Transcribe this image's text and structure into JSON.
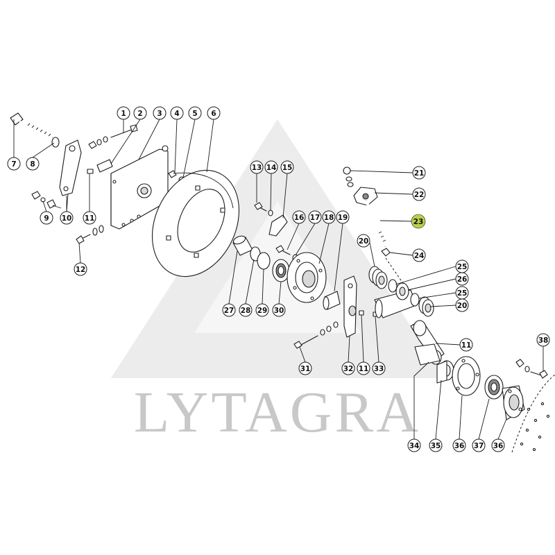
{
  "watermark": {
    "text": "LYTAGRA",
    "color": "#c8c8c8"
  },
  "highlight": {
    "color": "#b9d14a",
    "label": "23"
  },
  "callouts": [
    {
      "label": "1"
    },
    {
      "label": "2"
    },
    {
      "label": "3"
    },
    {
      "label": "4"
    },
    {
      "label": "5"
    },
    {
      "label": "6"
    },
    {
      "label": "7"
    },
    {
      "label": "8"
    },
    {
      "label": "9"
    },
    {
      "label": "10"
    },
    {
      "label": "11"
    },
    {
      "label": "12"
    },
    {
      "label": "13"
    },
    {
      "label": "14"
    },
    {
      "label": "15"
    },
    {
      "label": "16"
    },
    {
      "label": "17"
    },
    {
      "label": "18"
    },
    {
      "label": "19"
    },
    {
      "label": "20"
    },
    {
      "label": "21"
    },
    {
      "label": "22"
    },
    {
      "label": "23"
    },
    {
      "label": "24"
    },
    {
      "label": "25"
    },
    {
      "label": "26"
    },
    {
      "label": "25"
    },
    {
      "label": "20"
    },
    {
      "label": "27"
    },
    {
      "label": "28"
    },
    {
      "label": "29"
    },
    {
      "label": "30"
    },
    {
      "label": "11"
    },
    {
      "label": "31"
    },
    {
      "label": "32"
    },
    {
      "label": "11"
    },
    {
      "label": "33"
    },
    {
      "label": "34"
    },
    {
      "label": "35"
    },
    {
      "label": "36"
    },
    {
      "label": "37"
    },
    {
      "label": "36"
    },
    {
      "label": "38"
    }
  ]
}
